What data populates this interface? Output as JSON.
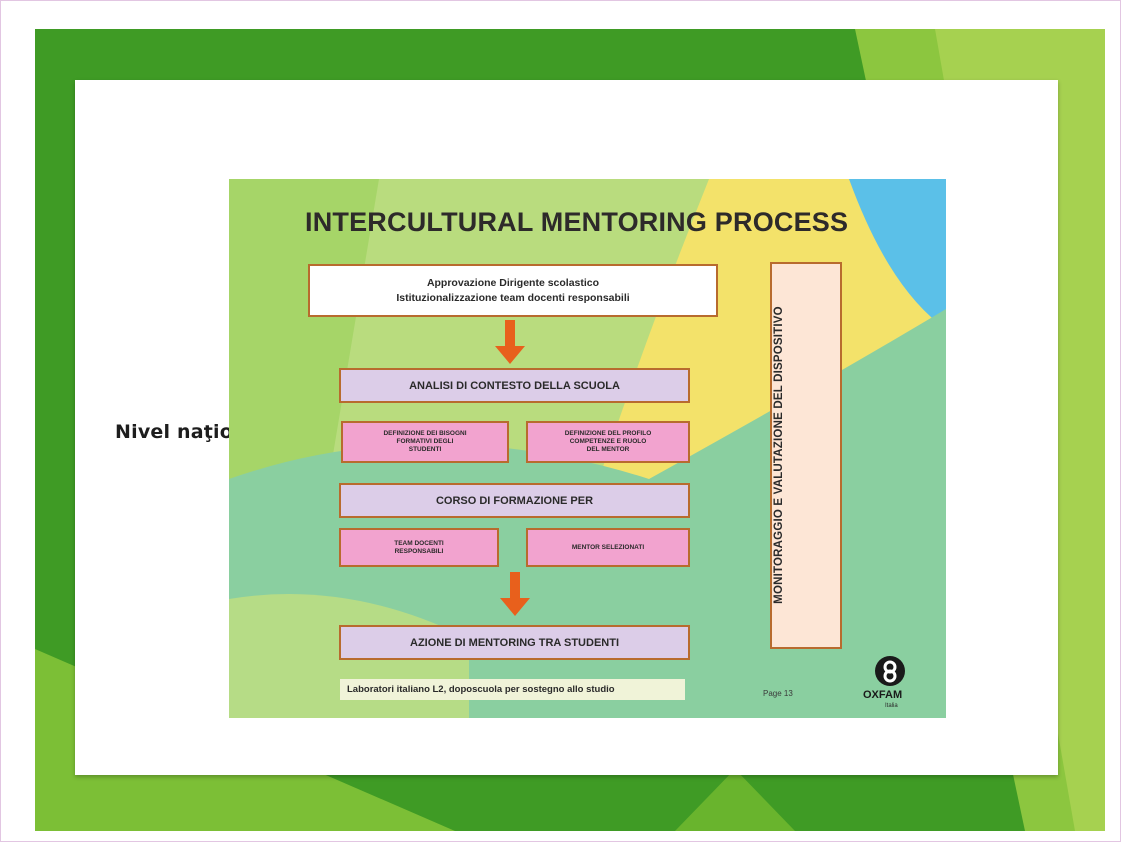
{
  "slide": {
    "side_label": "Nivel naţional"
  },
  "inner": {
    "title": "INTERCULTURAL MENTORING PROCESS",
    "boxes": {
      "approval": "Approvazione Dirigente scolastico\nIstituzionalizzazione team docenti responsabili",
      "analysis": "ANALISI DI CONTESTO DELLA SCUOLA",
      "needs": "DEFINIZIONE DEI BISOGNI\nFORMATIVI DEGLI\nSTUDENTI",
      "profile": "DEFINIZIONE DEL PROFILO\nCOMPETENZE E RUOLO\nDEL MENTOR",
      "training": "CORSO DI FORMAZIONE PER",
      "team": "TEAM DOCENTI\nRESPONSABILI",
      "mentors": "MENTOR SELEZIONATI",
      "action": "AZIONE DI MENTORING TRA STUDENTI"
    },
    "monitoring": "MONITORAGGIO E VALUTAZIONE DEL DISPOSITIVO",
    "footer_note": "Laboratori italiano L2, doposcuola per sostegno allo studio",
    "page": "Page 13",
    "logo": {
      "name": "OXFAM",
      "sub": "Italia",
      "icon": "oxfam-icon"
    }
  },
  "colors": {
    "green_dark": "#3f9b25",
    "green_light": "#8cc63f",
    "box_border": "#b86b2e",
    "arrow": "#e8601c",
    "pink": "#f2a3cf",
    "lavender": "#dccde8"
  }
}
